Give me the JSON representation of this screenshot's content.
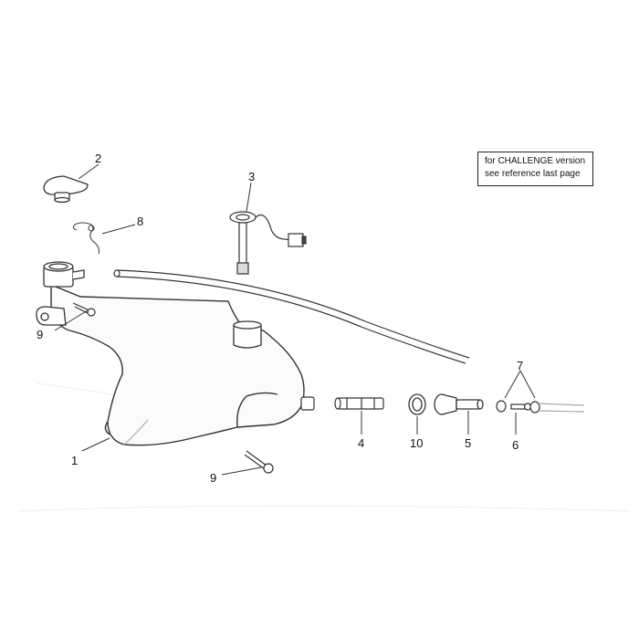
{
  "note": {
    "line1": "for CHALLENGE version",
    "line2": "see reference last page"
  },
  "callouts": {
    "c1": "1",
    "c2": "2",
    "c3": "3",
    "c4": "4",
    "c5": "5",
    "c6": "6",
    "c7": "7",
    "c8": "8",
    "c9a": "9",
    "c9b": "9",
    "c10": "10"
  }
}
